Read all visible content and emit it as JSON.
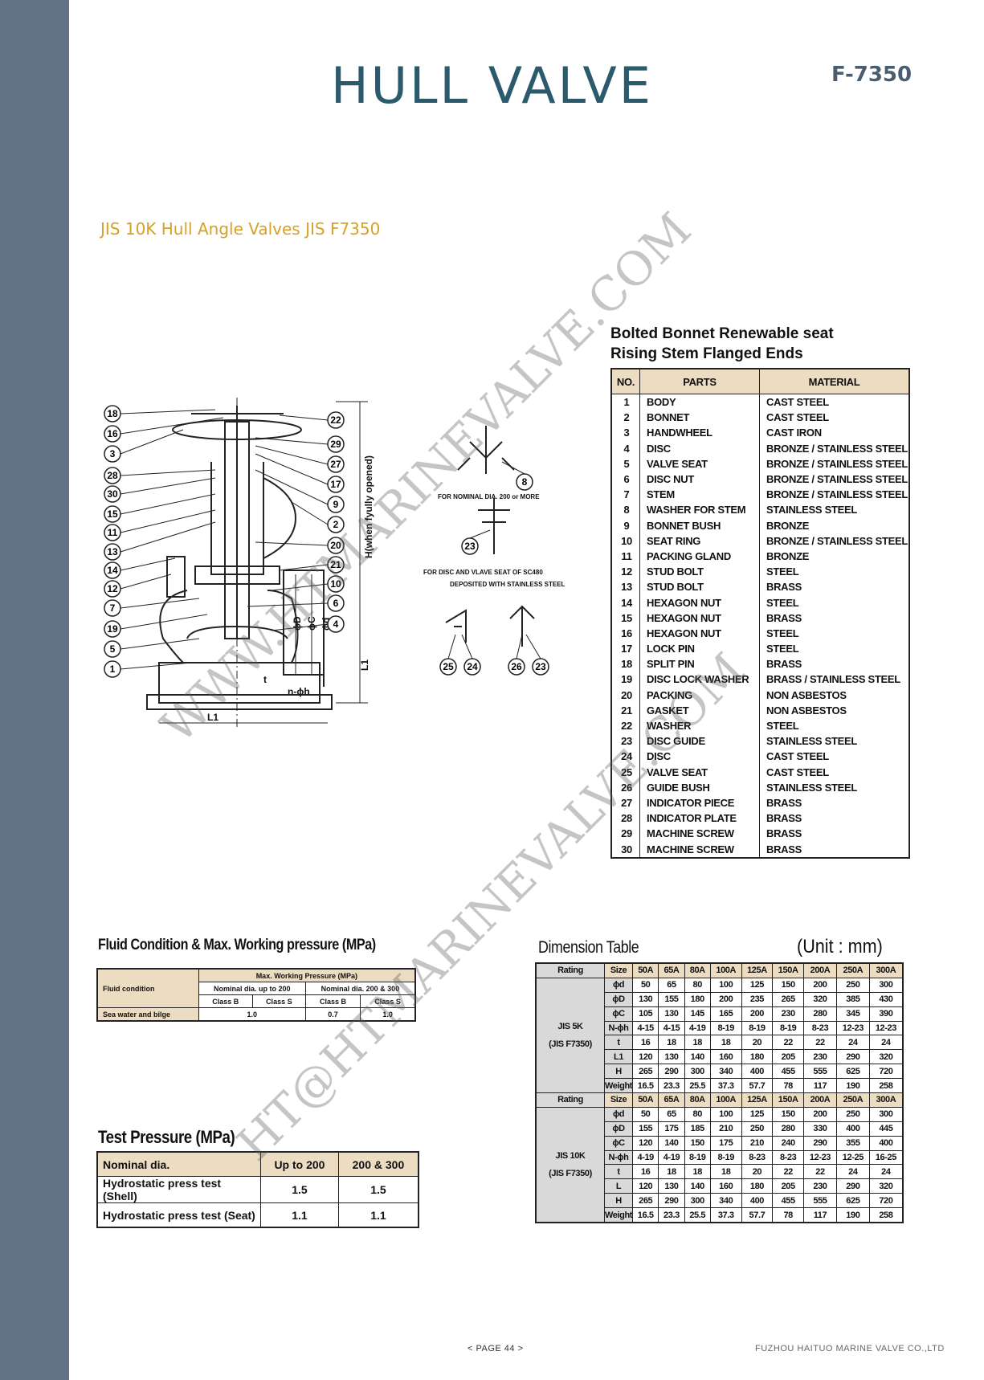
{
  "header": {
    "title": "HULL VALVE",
    "code": "F-7350",
    "subtitle": "JIS 10K Hull Angle Valves JIS F7350"
  },
  "spec": {
    "line1": "Bolted Bonnet Renewable seat",
    "line2": "Rising Stem Flanged Ends"
  },
  "parts_table": {
    "headers": [
      "NO.",
      "PARTS",
      "MATERIAL"
    ],
    "rows": [
      [
        "1",
        "BODY",
        "CAST STEEL"
      ],
      [
        "2",
        "BONNET",
        "CAST STEEL"
      ],
      [
        "3",
        "HANDWHEEL",
        "CAST IRON"
      ],
      [
        "4",
        "DISC",
        "BRONZE / STAINLESS STEEL"
      ],
      [
        "5",
        "VALVE SEAT",
        "BRONZE / STAINLESS STEEL"
      ],
      [
        "6",
        "DISC NUT",
        "BRONZE / STAINLESS STEEL"
      ],
      [
        "7",
        "STEM",
        "BRONZE / STAINLESS STEEL"
      ],
      [
        "8",
        "WASHER FOR STEM",
        "STAINLESS STEEL"
      ],
      [
        "9",
        "BONNET BUSH",
        "BRONZE"
      ],
      [
        "10",
        "SEAT RING",
        "BRONZE / STAINLESS STEEL"
      ],
      [
        "11",
        "PACKING GLAND",
        "BRONZE"
      ],
      [
        "12",
        "STUD BOLT",
        "STEEL"
      ],
      [
        "13",
        "STUD BOLT",
        "BRASS"
      ],
      [
        "14",
        "HEXAGON NUT",
        "STEEL"
      ],
      [
        "15",
        "HEXAGON NUT",
        "BRASS"
      ],
      [
        "16",
        "HEXAGON NUT",
        "STEEL"
      ],
      [
        "17",
        "LOCK PIN",
        "STEEL"
      ],
      [
        "18",
        "SPLIT PIN",
        "BRASS"
      ],
      [
        "19",
        "DISC LOCK WASHER",
        "BRASS / STAINLESS STEEL"
      ],
      [
        "20",
        "PACKING",
        "NON ASBESTOS"
      ],
      [
        "21",
        "GASKET",
        "NON ASBESTOS"
      ],
      [
        "22",
        "WASHER",
        "STEEL"
      ],
      [
        "23",
        "DISC GUIDE",
        "STAINLESS STEEL"
      ],
      [
        "24",
        "DISC",
        "CAST STEEL"
      ],
      [
        "25",
        "VALVE SEAT",
        "CAST STEEL"
      ],
      [
        "26",
        "GUIDE BUSH",
        "STAINLESS STEEL"
      ],
      [
        "27",
        "INDICATOR PIECE",
        "BRASS"
      ],
      [
        "28",
        "INDICATOR PLATE",
        "BRASS"
      ],
      [
        "29",
        "MACHINE SCREW",
        "BRASS"
      ],
      [
        "30",
        "MACHINE SCREW",
        "BRASS"
      ]
    ]
  },
  "drawing": {
    "balloons_left": [
      "18",
      "16",
      "3",
      "28",
      "30",
      "15",
      "11",
      "13",
      "14",
      "12",
      "7",
      "19",
      "5",
      "1"
    ],
    "balloons_right": [
      "22",
      "29",
      "27",
      "17",
      "9",
      "2",
      "20",
      "21",
      "10",
      "6",
      "4"
    ],
    "label_h": "H(when fyully opened)",
    "label_l1_side": "L1",
    "label_l1_bottom": "L1",
    "label_nh": "n-ϕh",
    "label_t": "t",
    "label_d": "ϕD",
    "label_c": "ϕC",
    "label_dd": "ϕd",
    "detail_note1": "FOR NOMINAL DIA. 200 or MORE",
    "detail_note2": "FOR DISC AND VLAVE SEAT OF SC480",
    "detail_note3": "DEPOSITED WITH STAINLESS STEEL",
    "detail_balloons": [
      "8",
      "23",
      "25",
      "24",
      "26",
      "23"
    ]
  },
  "fluid": {
    "heading": "Fluid Condition & Max. Working pressure (MPa)",
    "col_label": "Fluid condition",
    "max_label": "Max. Working Pressure (MPa)",
    "group1": "Nominal dia. up to 200",
    "group2": "Nominal dia. 200 & 300",
    "classes": [
      "Class B",
      "Class S",
      "Class B",
      "Class S"
    ],
    "row_label": "Sea water and bilge",
    "values": [
      "1.0",
      "0.7",
      "1.0"
    ]
  },
  "test": {
    "heading": "Test Pressure (MPa)",
    "headers": [
      "Nominal dia.",
      "Up to 200",
      "200 & 300"
    ],
    "rows": [
      [
        "Hydrostatic press test (Shell)",
        "1.5",
        "1.5"
      ],
      [
        "Hydrostatic press test (Seat)",
        "1.1",
        "1.1"
      ]
    ]
  },
  "dimension": {
    "heading": "Dimension Table",
    "unit": "(Unit : mm)",
    "rating_label": "Rating",
    "size_label": "Size",
    "sizes": [
      "50A",
      "65A",
      "80A",
      "100A",
      "125A",
      "150A",
      "200A",
      "250A",
      "300A"
    ],
    "group1": {
      "line1": "JIS 5K",
      "line2": "(JIS F7350)",
      "rows": [
        [
          "ϕd",
          "50",
          "65",
          "80",
          "100",
          "125",
          "150",
          "200",
          "250",
          "300"
        ],
        [
          "ϕD",
          "130",
          "155",
          "180",
          "200",
          "235",
          "265",
          "320",
          "385",
          "430"
        ],
        [
          "ϕC",
          "105",
          "130",
          "145",
          "165",
          "200",
          "230",
          "280",
          "345",
          "390"
        ],
        [
          "N-ϕh",
          "4-15",
          "4-15",
          "4-19",
          "8-19",
          "8-19",
          "8-19",
          "8-23",
          "12-23",
          "12-23"
        ],
        [
          "t",
          "16",
          "18",
          "18",
          "18",
          "20",
          "22",
          "22",
          "24",
          "24"
        ],
        [
          "L1",
          "120",
          "130",
          "140",
          "160",
          "180",
          "205",
          "230",
          "290",
          "320"
        ],
        [
          "H",
          "265",
          "290",
          "300",
          "340",
          "400",
          "455",
          "555",
          "625",
          "720"
        ],
        [
          "Weight",
          "16.5",
          "23.3",
          "25.5",
          "37.3",
          "57.7",
          "78",
          "117",
          "190",
          "258"
        ]
      ]
    },
    "group2": {
      "line1": "JIS 10K",
      "line2": "(JIS F7350)",
      "rows": [
        [
          "ϕd",
          "50",
          "65",
          "80",
          "100",
          "125",
          "150",
          "200",
          "250",
          "300"
        ],
        [
          "ϕD",
          "155",
          "175",
          "185",
          "210",
          "250",
          "280",
          "330",
          "400",
          "445"
        ],
        [
          "ϕC",
          "120",
          "140",
          "150",
          "175",
          "210",
          "240",
          "290",
          "355",
          "400"
        ],
        [
          "N-ϕh",
          "4-19",
          "4-19",
          "8-19",
          "8-19",
          "8-23",
          "8-23",
          "12-23",
          "12-25",
          "16-25"
        ],
        [
          "t",
          "16",
          "18",
          "18",
          "18",
          "20",
          "22",
          "22",
          "24",
          "24"
        ],
        [
          "L",
          "120",
          "130",
          "140",
          "160",
          "180",
          "205",
          "230",
          "290",
          "320"
        ],
        [
          "H",
          "265",
          "290",
          "300",
          "340",
          "400",
          "455",
          "555",
          "625",
          "720"
        ],
        [
          "Weight",
          "16.5",
          "23.3",
          "25.5",
          "37.3",
          "57.7",
          "78",
          "117",
          "190",
          "258"
        ]
      ]
    }
  },
  "footer": {
    "page": "< PAGE 44 >",
    "company": "FUZHOU HAITUO MARINE VALVE CO.,LTD"
  },
  "watermarks": [
    "WWW.HTMARINEVALVE.COM",
    "HT@HTMARINEVALVE.COM"
  ],
  "colors": {
    "sidebar": "#627387",
    "title": "#2a5a6b",
    "subtitle": "#d6a126",
    "table_header": "#ecdcc2"
  }
}
